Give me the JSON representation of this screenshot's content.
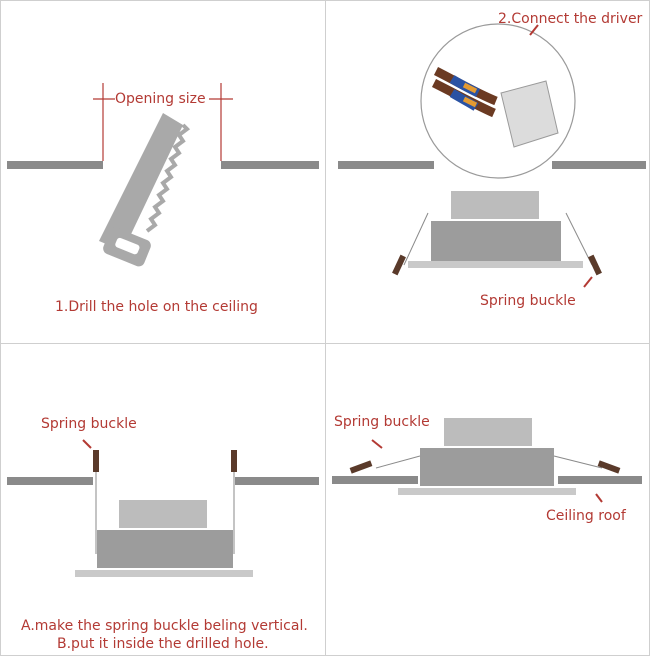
{
  "panels": [
    {
      "id": "step-1",
      "opening_label": "Opening size",
      "caption": "1.Drill the hole on the ceiling"
    },
    {
      "id": "step-2",
      "caption": "2.Connect the driver",
      "spring_label": "Spring buckle"
    },
    {
      "id": "step-3",
      "spring_label": "Spring buckle",
      "caption_line_a": "A.make the spring buckle beling vertical.",
      "caption_line_b": "B.put it inside the drilled hole."
    },
    {
      "id": "step-4",
      "spring_label": "Spring buckle",
      "ceiling_label": "Ceiling roof"
    }
  ],
  "colors": {
    "label_text": "#b33a34",
    "ceiling": "#8a8a8a",
    "light_top": "#bcbcbc",
    "light_body": "#9c9c9c",
    "trim": "#c9c9c9",
    "saw": "#a9a9a9",
    "wire_brown": "#6b3a22",
    "wire_blue": "#2a52a3",
    "wire_orange": "#e39a32"
  },
  "icons": [
    "saw-icon",
    "wire-connector-icon",
    "pointer-arrow-icon"
  ]
}
